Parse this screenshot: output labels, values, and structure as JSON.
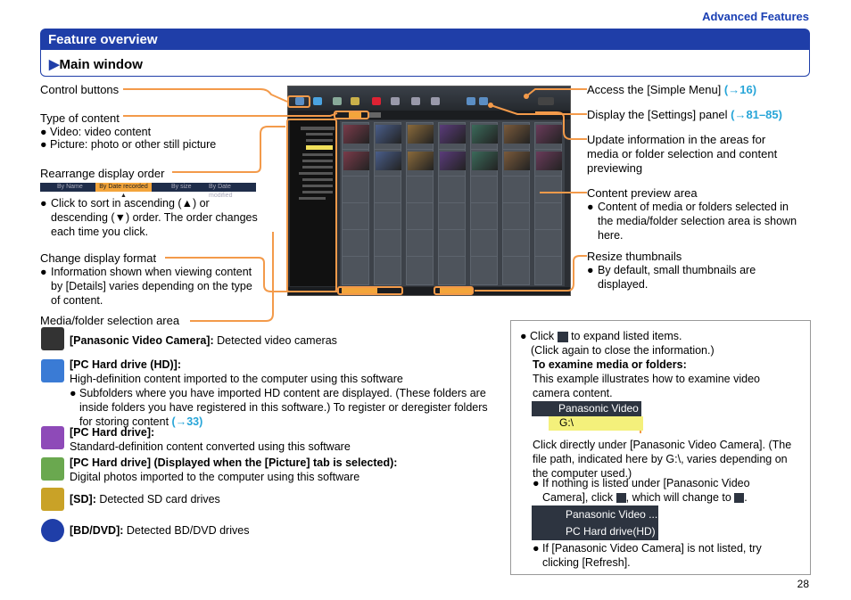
{
  "header": {
    "section": "Advanced Features"
  },
  "title_bar": {
    "title": "Feature overview"
  },
  "subtitle": {
    "arrow": "▶",
    "text": "Main window"
  },
  "left_labels": {
    "control_buttons": "Control buttons",
    "type_of_content": "Type of content",
    "type_video": "Video: video content",
    "type_picture": "Picture: photo or other still picture",
    "rearrange": "Rearrange display order",
    "rearrange_desc": "Click to sort in ascending (▲) or descending (▼) order. The order changes each time you click.",
    "change_format": "Change display format",
    "change_format_desc": "Information shown when viewing content by [Details] varies depending on the type of content.",
    "media_folder": "Media/folder selection area"
  },
  "sort_bar": {
    "by_name": "By Name",
    "by_date_recorded": "By Date recorded  ▲",
    "by_size": "By size",
    "by_date_modified": "By Date modified"
  },
  "right_labels": {
    "simple_menu_pre": "Access the [Simple Menu] ",
    "simple_menu_ref": "(→16)",
    "settings_pre": "Display the [Settings] panel ",
    "settings_ref": "(→81–85)",
    "update": "Update information in the areas for media or folder selection and content previewing",
    "content_preview": "Content preview area",
    "content_preview_desc": "Content of media or folders selected in the media/folder selection area is shown here.",
    "resize": "Resize thumbnails",
    "resize_desc": "By default, small thumbnails are displayed."
  },
  "media_items": [
    {
      "title": "[Panasonic Video Camera]:",
      "text": " Detected video cameras"
    },
    {
      "title": "[PC Hard drive (HD)]:",
      "line2": "High-definition content imported to the computer using this software",
      "bullet": "Subfolders where you have imported HD content are displayed. (These folders are inside folders you have registered in this software.) To register or deregister folders for storing content ",
      "ref": "(→33)"
    },
    {
      "title": "[PC Hard drive]:",
      "line2": "Standard-definition content converted using this software"
    },
    {
      "title": "[PC Hard drive] (Displayed when the [Picture] tab is selected):",
      "line2": "Digital photos imported to the computer using this software"
    },
    {
      "title": "[SD]:",
      "text": " Detected SD card drives"
    },
    {
      "title": "[BD/DVD]:",
      "text": " Detected BD/DVD drives"
    }
  ],
  "right_box": {
    "click_pre": "Click",
    "click_post": " to expand listed items.",
    "click_again": "(Click again to close the information.)",
    "examine_title": "To examine media or folders:",
    "examine_desc": "This example illustrates how to examine video camera content.",
    "folder_cam": "Panasonic Video ...",
    "folder_drive": "G:\\",
    "click_directly": "Click directly under [Panasonic Video Camera]. (The file path, indicated here by G:\\, varies depending on the computer used.)",
    "nothing_listed_a": "If nothing is listed under [Panasonic Video Camera], click",
    "nothing_listed_b": ", which will change to",
    "folder3_cam": "Panasonic Video ...",
    "folder3_pc": "PC Hard drive(HD)",
    "not_listed": "If [Panasonic Video Camera] is not listed, try clicking [Refresh]."
  },
  "page_number": "28",
  "colors": {
    "accent": "#1f3ea8",
    "callout": "#f39a4a",
    "link": "#27a5d8"
  }
}
